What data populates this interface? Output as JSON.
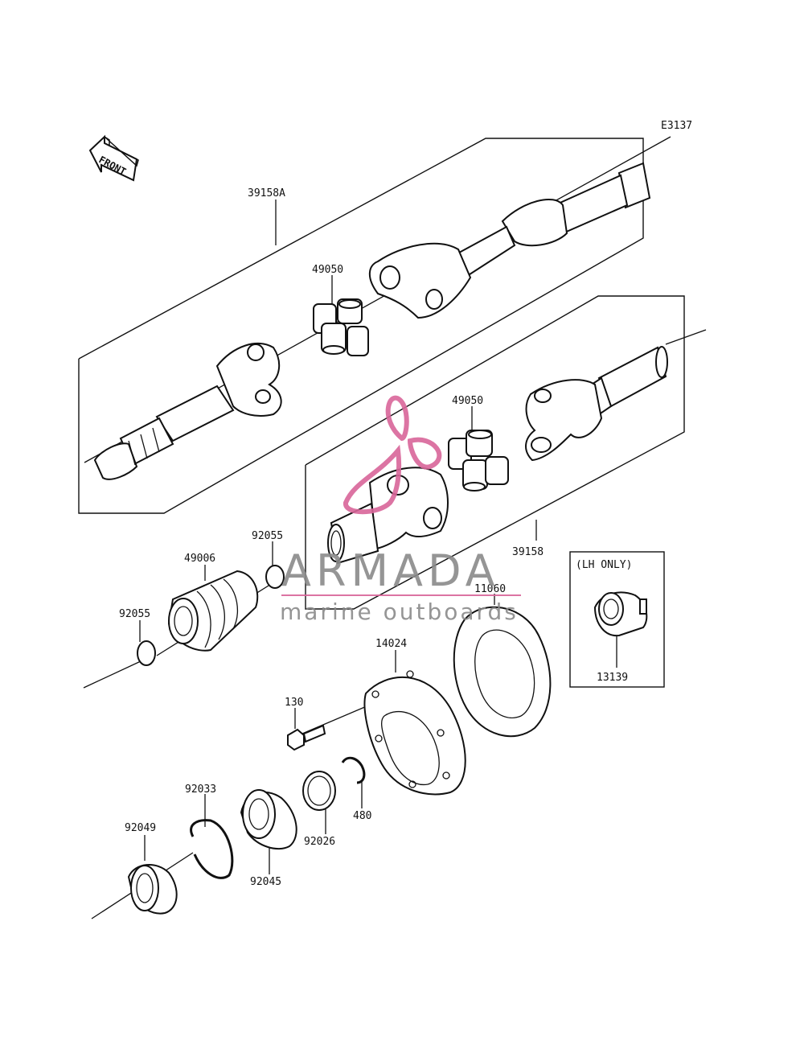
{
  "diagram": {
    "code": "E3137",
    "front_label": "FRONT",
    "lh_only_label": "(LH ONLY)",
    "watermark": {
      "brand": "ARMADA",
      "tagline": "marine outboards",
      "color": "#d9669a"
    },
    "labels": {
      "shaft_front": "39158A",
      "joint_upper": "49050",
      "joint_lower": "49050",
      "shaft_rear": "39158",
      "boot": "49006",
      "ring_upper": "92055",
      "ring_lower": "92055",
      "gasket": "11060",
      "housing": "14024",
      "bolt": "130",
      "circlip": "480",
      "washer": "92026",
      "snap_ring": "92033",
      "bearing": "92045",
      "seal": "92049",
      "lh_part": "13139"
    }
  }
}
